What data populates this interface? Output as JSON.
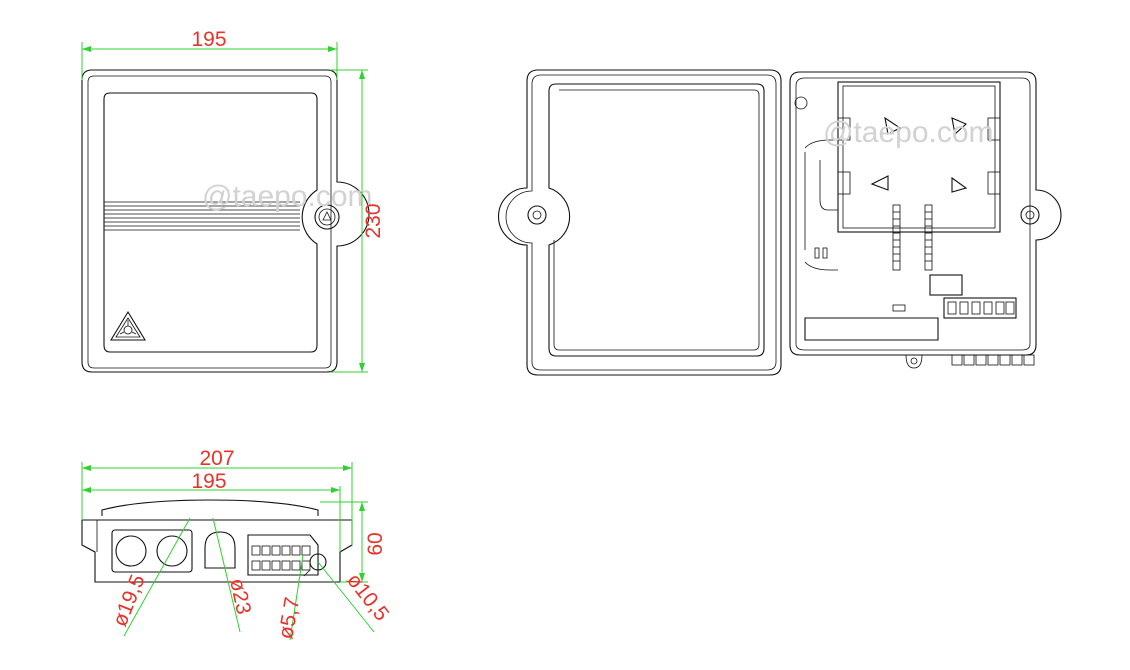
{
  "dimensions": {
    "front_width": "195",
    "front_height": "230",
    "bottom_width_outer": "207",
    "bottom_width_inner": "195",
    "bottom_height": "60",
    "port_large": "ø19,5",
    "port_round": "ø23",
    "port_small": "ø5,7",
    "port_lock": "ø10,5"
  },
  "watermarks": {
    "front": "@taepo.com",
    "open": "@taepo.com"
  },
  "colors": {
    "dimension_line": "#2fd12f",
    "dimension_text": "#e8332a",
    "outline": "#111111",
    "watermark": "#d2d2d2"
  }
}
